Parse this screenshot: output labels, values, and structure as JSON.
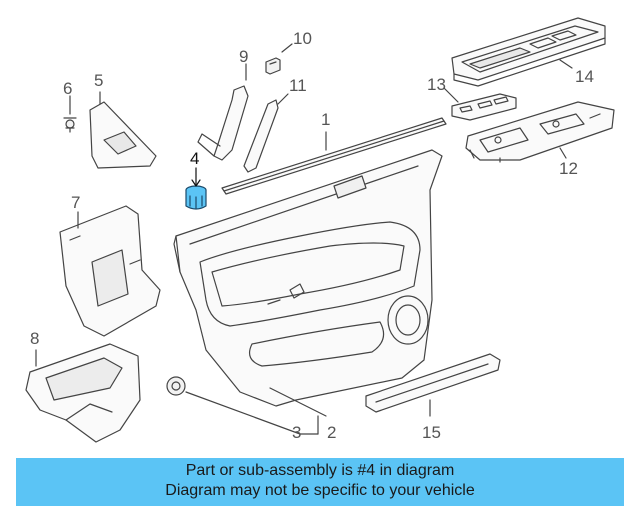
{
  "callouts": {
    "n1": "1",
    "n2": "2",
    "n3": "3",
    "n4": "4",
    "n5": "5",
    "n6": "6",
    "n7": "7",
    "n8": "8",
    "n9": "9",
    "n10": "10",
    "n11": "11",
    "n12": "12",
    "n13": "13",
    "n14": "14",
    "n15": "15"
  },
  "highlighted_part": "4",
  "highlight_color": "#5bc4f5",
  "caption": {
    "line1": "Part or sub-assembly is #4 in diagram",
    "line2": "Diagram may not be specific to your vehicle",
    "background": "#5bc4f5"
  }
}
